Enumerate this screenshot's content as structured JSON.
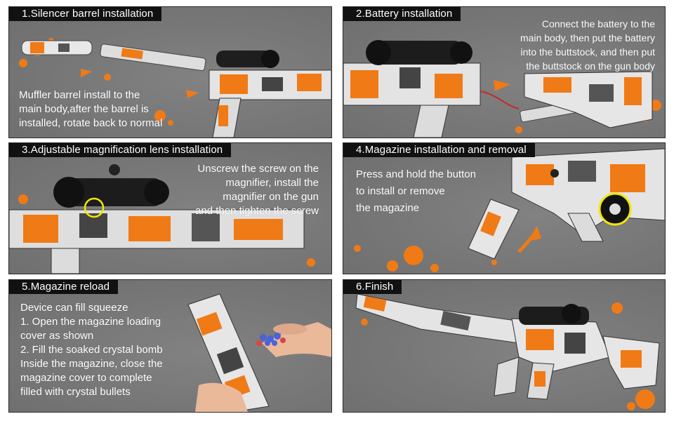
{
  "colors": {
    "panel_bg": "#7a7a7a",
    "title_bg": "#111111",
    "accent_orange": "#f07a16",
    "highlight_yellow": "#f2e600",
    "text": "#ffffff"
  },
  "panels": [
    {
      "title": "1.Silencer barrel installation",
      "text": "Muffler barrel install to the\nmain body,after the barrel is\ninstalled, rotate back to normal"
    },
    {
      "title": "2.Battery installation",
      "text": "Connect the battery to the\nmain body, then put the battery\ninto the buttstock, and then put\nthe buttstock on the gun body"
    },
    {
      "title": "3.Adjustable magnification lens installation",
      "text": "Unscrew the screw on the\nmagnifier, install the\nmagnifier on the gun\nand then tighten the screw"
    },
    {
      "title": "4.Magazine installation and removal",
      "text": "Press and hold the button\nto install or remove\nthe magazine"
    },
    {
      "title": "5.Magazine reload",
      "text": "Device can fill squeeze\n1. Open the magazine loading\ncover as shown\n2. Fill the soaked crystal bomb\nInside the magazine, close the\nmagazine cover to complete\nfilled with crystal bullets"
    },
    {
      "title": "6.Finish",
      "text": ""
    }
  ],
  "icons": [
    "rifle-image",
    "scope-image",
    "battery-image",
    "magazine-image",
    "hand-image",
    "arrow-icon",
    "paint-splatter"
  ]
}
